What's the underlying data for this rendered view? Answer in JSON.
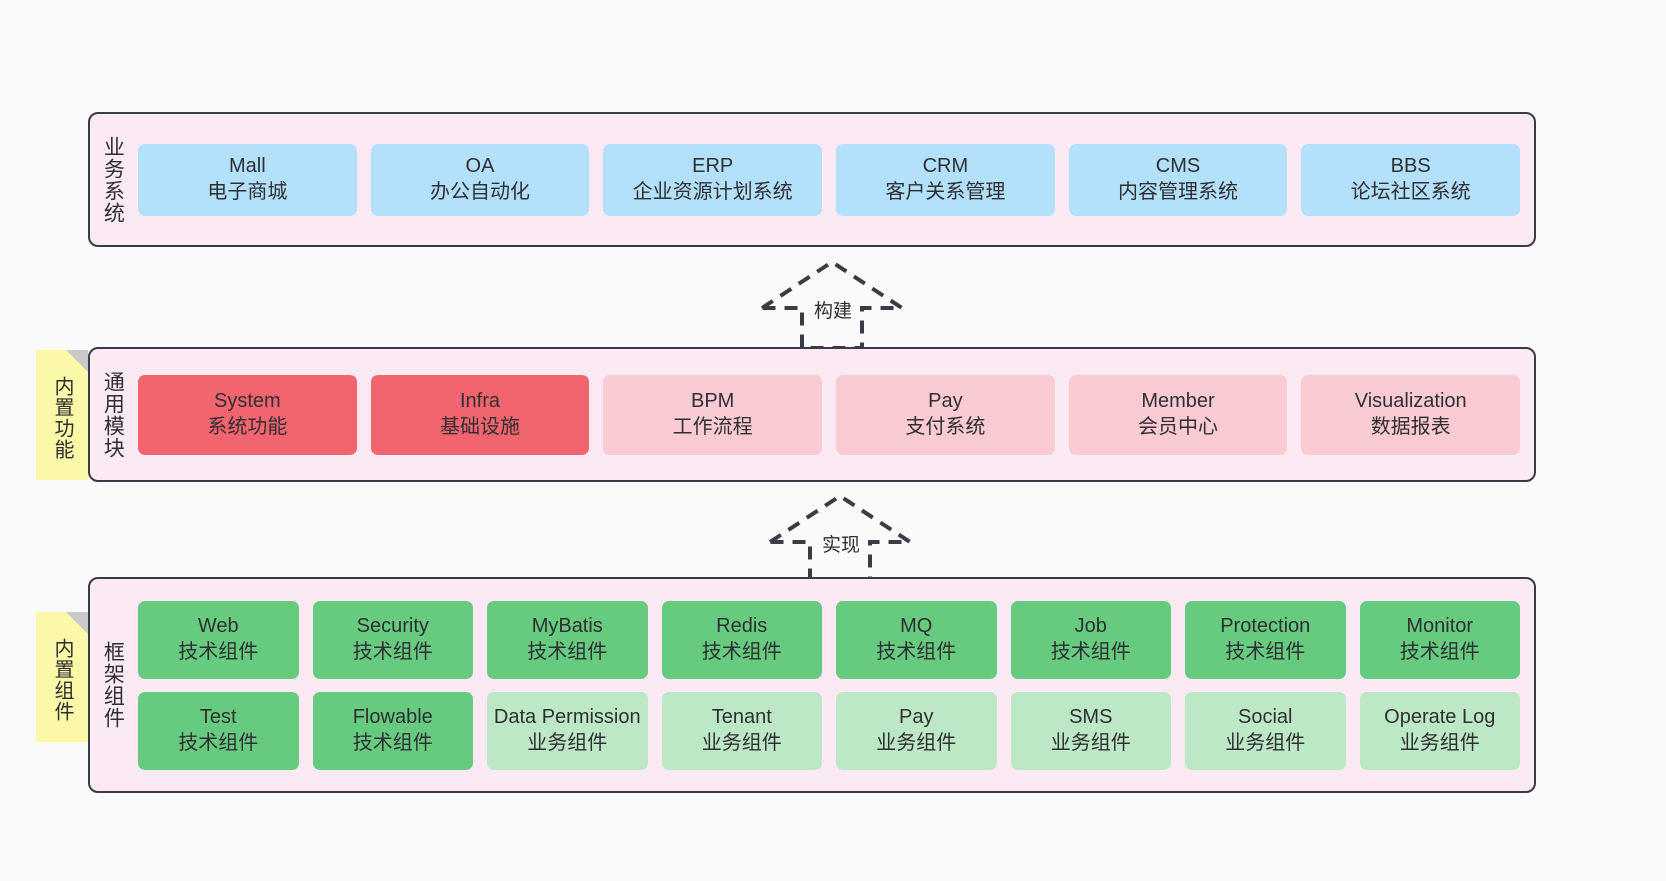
{
  "diagram": {
    "background_color": "#fafafa",
    "band_fill": "#fbeaf4",
    "band_border": "#3b3b47",
    "note_fill": "#fbf8a8"
  },
  "notes": [
    {
      "id": "built-in-functions",
      "text": "内置功能"
    },
    {
      "id": "built-in-components",
      "text": "内置组件"
    }
  ],
  "arrows": [
    {
      "id": "build",
      "label": "构建",
      "style": "dashed-hollow-up"
    },
    {
      "id": "implement",
      "label": "实现",
      "style": "dashed-hollow-up"
    }
  ],
  "bands": [
    {
      "id": "business-systems",
      "label": "业务系统",
      "rows": [
        {
          "cells": [
            {
              "en": "Mall",
              "cn": "电子商城",
              "color": "#b3e0fb",
              "variant": "c-blue"
            },
            {
              "en": "OA",
              "cn": "办公自动化",
              "color": "#b3e0fb",
              "variant": "c-blue"
            },
            {
              "en": "ERP",
              "cn": "企业资源计划系统",
              "color": "#b3e0fb",
              "variant": "c-blue"
            },
            {
              "en": "CRM",
              "cn": "客户关系管理",
              "color": "#b3e0fb",
              "variant": "c-blue"
            },
            {
              "en": "CMS",
              "cn": "内容管理系统",
              "color": "#b3e0fb",
              "variant": "c-blue"
            },
            {
              "en": "BBS",
              "cn": "论坛社区系统",
              "color": "#b3e0fb",
              "variant": "c-blue"
            }
          ]
        }
      ]
    },
    {
      "id": "common-modules",
      "label": "通用模块",
      "rows": [
        {
          "cells": [
            {
              "en": "System",
              "cn": "系统功能",
              "color": "#f2656e",
              "variant": "c-red-strong"
            },
            {
              "en": "Infra",
              "cn": "基础设施",
              "color": "#f2656e",
              "variant": "c-red-strong"
            },
            {
              "en": "BPM",
              "cn": "工作流程",
              "color": "#fbcbd3",
              "variant": "c-red-light"
            },
            {
              "en": "Pay",
              "cn": "支付系统",
              "color": "#fbcbd3",
              "variant": "c-red-light"
            },
            {
              "en": "Member",
              "cn": "会员中心",
              "color": "#fbcbd3",
              "variant": "c-red-light"
            },
            {
              "en": "Visualization",
              "cn": "数据报表",
              "color": "#fbcbd3",
              "variant": "c-red-light"
            }
          ]
        }
      ]
    },
    {
      "id": "framework-components",
      "label": "框架组件",
      "rows": [
        {
          "cells": [
            {
              "en": "Web",
              "cn": "技术组件",
              "color": "#66cb7f",
              "variant": "c-green-strong"
            },
            {
              "en": "Security",
              "cn": "技术组件",
              "color": "#66cb7f",
              "variant": "c-green-strong"
            },
            {
              "en": "MyBatis",
              "cn": "技术组件",
              "color": "#66cb7f",
              "variant": "c-green-strong"
            },
            {
              "en": "Redis",
              "cn": "技术组件",
              "color": "#66cb7f",
              "variant": "c-green-strong"
            },
            {
              "en": "MQ",
              "cn": "技术组件",
              "color": "#66cb7f",
              "variant": "c-green-strong"
            },
            {
              "en": "Job",
              "cn": "技术组件",
              "color": "#66cb7f",
              "variant": "c-green-strong"
            },
            {
              "en": "Protection",
              "cn": "技术组件",
              "color": "#66cb7f",
              "variant": "c-green-strong"
            },
            {
              "en": "Monitor",
              "cn": "技术组件",
              "color": "#66cb7f",
              "variant": "c-green-strong"
            }
          ]
        },
        {
          "cells": [
            {
              "en": "Test",
              "cn": "技术组件",
              "color": "#66cb7f",
              "variant": "c-green-strong"
            },
            {
              "en": "Flowable",
              "cn": "技术组件",
              "color": "#66cb7f",
              "variant": "c-green-strong"
            },
            {
              "en": "Data Permission",
              "cn": "业务组件",
              "color": "#bce8c6",
              "variant": "c-green-light"
            },
            {
              "en": "Tenant",
              "cn": "业务组件",
              "color": "#bce8c6",
              "variant": "c-green-light"
            },
            {
              "en": "Pay",
              "cn": "业务组件",
              "color": "#bce8c6",
              "variant": "c-green-light"
            },
            {
              "en": "SMS",
              "cn": "业务组件",
              "color": "#bce8c6",
              "variant": "c-green-light"
            },
            {
              "en": "Social",
              "cn": "业务组件",
              "color": "#bce8c6",
              "variant": "c-green-light"
            },
            {
              "en": "Operate Log",
              "cn": "业务组件",
              "color": "#bce8c6",
              "variant": "c-green-light"
            }
          ]
        }
      ]
    }
  ]
}
